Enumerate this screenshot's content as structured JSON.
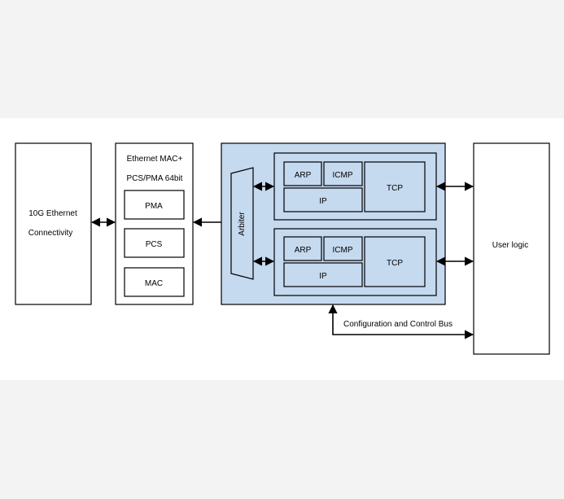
{
  "diagram": {
    "ethernet_block": {
      "line1": "10G Ethernet",
      "line2": "Connectivity"
    },
    "mac_block": {
      "title_line1": "Ethernet MAC+",
      "title_line2": "PCS/PMA 64bit",
      "pma": "PMA",
      "pcs": "PCS",
      "mac": "MAC"
    },
    "arbiter": "Arbiter",
    "stack_top": {
      "arp": "ARP",
      "icmp": "ICMP",
      "ip": "IP",
      "tcp": "TCP"
    },
    "stack_bottom": {
      "arp": "ARP",
      "icmp": "ICMP",
      "ip": "IP",
      "tcp": "TCP"
    },
    "user_logic": "User logic",
    "config_bus": "Configuration and Control Bus"
  },
  "colors": {
    "page_bg": "#f3f3f3",
    "diagram_bg": "#ffffff",
    "blue_fill": "#c5d9ef",
    "stroke": "#000000"
  }
}
